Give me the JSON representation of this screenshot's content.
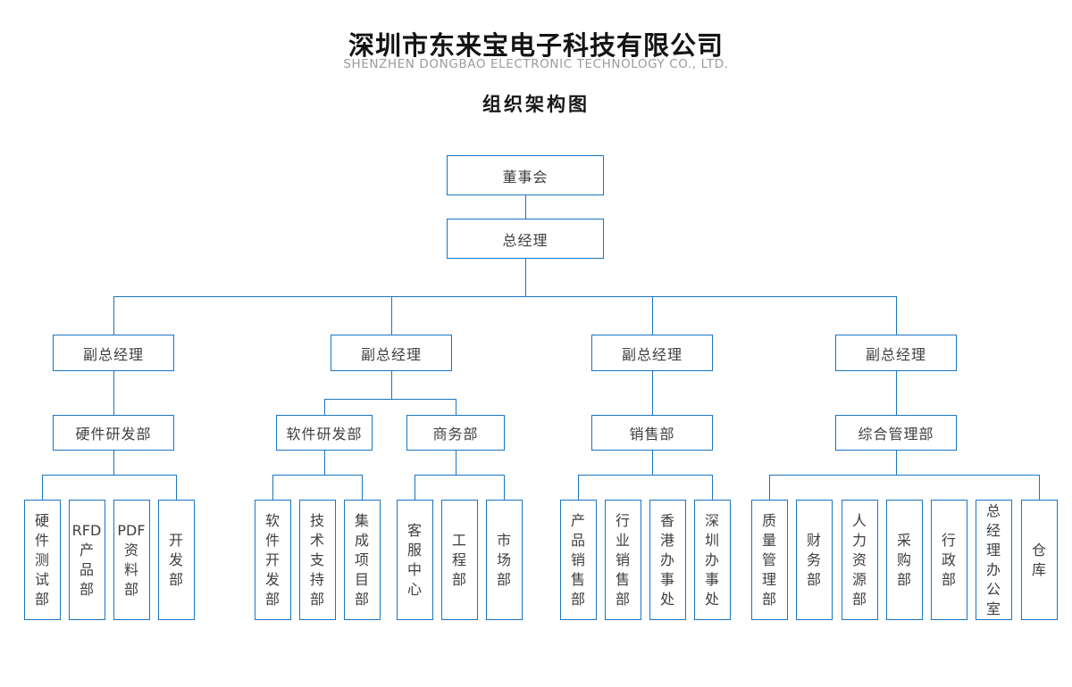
{
  "header": {
    "company_name_zh": "深圳市东来宝电子科技有限公司",
    "company_name_en": "SHENZHEN DONGBAO ELECTRONIC TECHNOLOGY CO., LTD.",
    "chart_title": "组织架构图"
  },
  "colors": {
    "line_blue": "#1a75c2",
    "box_text": "#3f3f3f"
  },
  "org": {
    "root": "董事会",
    "general_manager": "总经理",
    "branches": [
      {
        "label": "副总经理",
        "departments": [
          {
            "label": "硬件研发部",
            "teams": [
              "硬件测试部",
              "RFD产品部",
              "PDF资料部",
              "开发部"
            ]
          }
        ]
      },
      {
        "label": "副总经理",
        "departments": [
          {
            "label": "软件研发部",
            "teams": [
              "软件开发部",
              "技术支持部",
              "集成项目部"
            ]
          },
          {
            "label": "商务部",
            "teams": [
              "客服中心",
              "工程部",
              "市场部"
            ]
          }
        ]
      },
      {
        "label": "副总经理",
        "departments": [
          {
            "label": "销售部",
            "teams": [
              "产品销售部",
              "行业销售部",
              "香港办事处",
              "深圳办事处"
            ]
          }
        ]
      },
      {
        "label": "副总经理",
        "departments": [
          {
            "label": "综合管理部",
            "teams": [
              "质量管理部",
              "财务部",
              "人力资源部",
              "采购部",
              "行政部",
              "总经理办公室",
              "仓库"
            ]
          }
        ]
      }
    ]
  }
}
